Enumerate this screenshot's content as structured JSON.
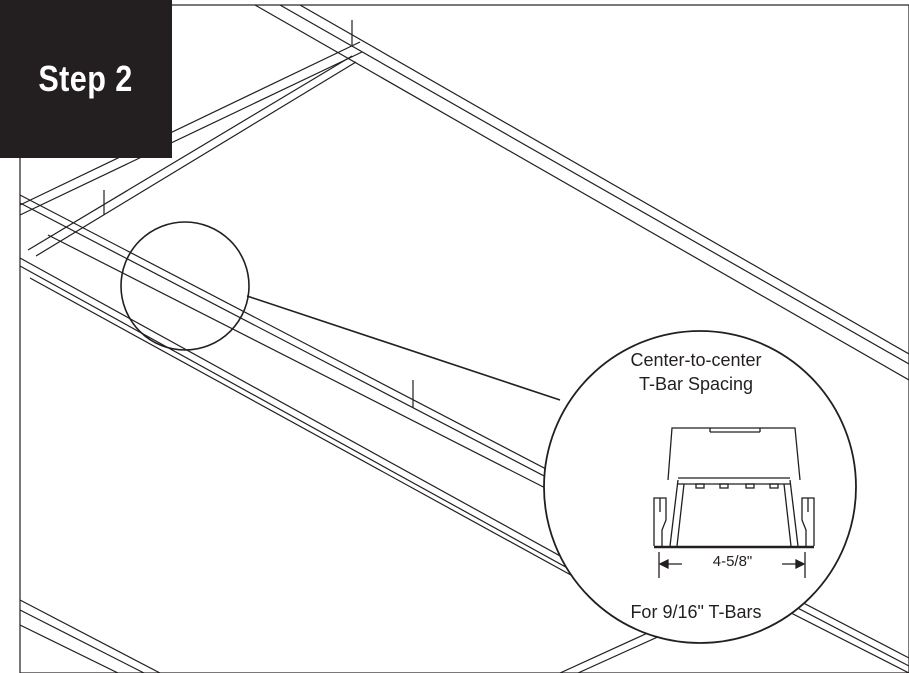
{
  "step": {
    "label": "Step 2"
  },
  "callout": {
    "title_line1": "Center-to-center",
    "title_line2": "T-Bar Spacing",
    "dimension": "4-5/8\"",
    "footnote": "For 9/16\" T-Bars"
  },
  "colors": {
    "ink": "#231f20",
    "paper": "#ffffff"
  }
}
